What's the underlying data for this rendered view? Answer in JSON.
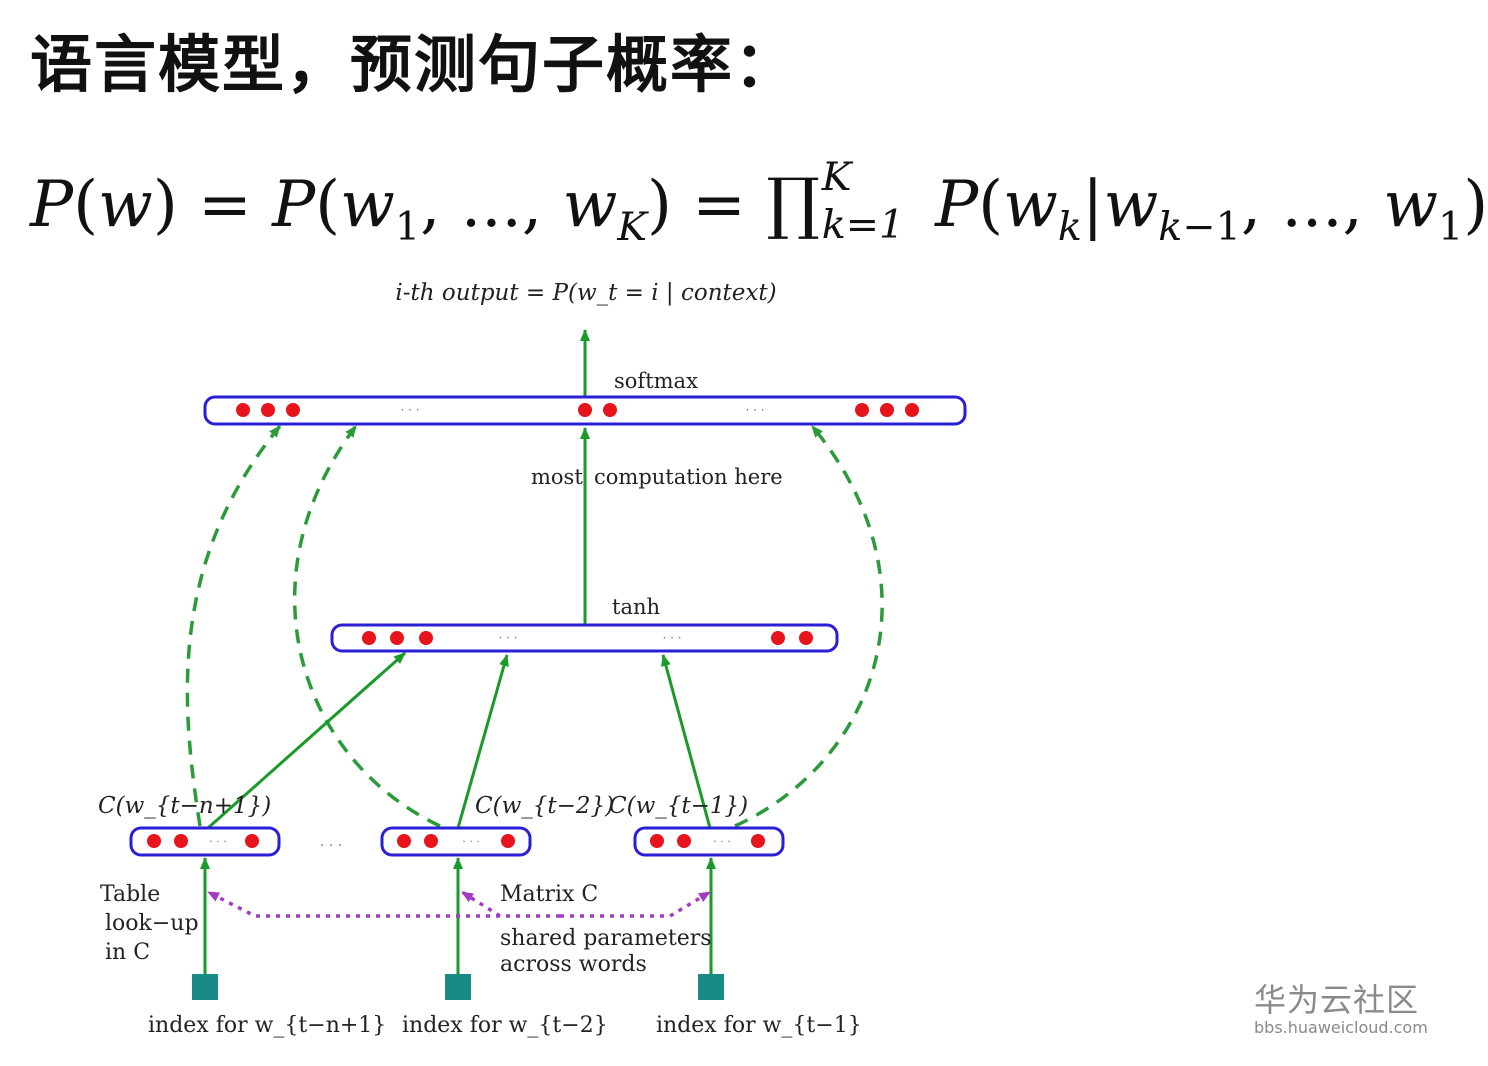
{
  "slide": {
    "title": "语言模型，预测句子概率：",
    "formula": {
      "lhs": "P(w)",
      "joint": "P(w₁, ..., w_K)",
      "product": "∏",
      "upper": "K",
      "lower": "k=1",
      "conditional": "P(w_k|w_{k−1}, ..., w₁)"
    }
  },
  "diagram": {
    "output_label": "i-th output = P(w_t = i | context)",
    "softmax_label": "softmax",
    "computation_label_a": "most",
    "computation_label_b": "computation here",
    "tanh_label": "tanh",
    "dots": "· · ·",
    "embeddings": [
      {
        "label": "C(w_{t−n+1})",
        "index_label": "index for w_{t−n+1}"
      },
      {
        "label": "C(w_{t−2})",
        "index_label": "index for w_{t−2}"
      },
      {
        "label": "C(w_{t−1})",
        "index_label": "index for w_{t−1}"
      }
    ],
    "table_lookup": [
      "Table",
      "look−up",
      "in C"
    ],
    "matrix_label": "Matrix C",
    "shared_label": [
      "shared parameters",
      "across words"
    ],
    "colors": {
      "layer_border": "#2a1fd6",
      "neuron": "#e8141b",
      "arrow": "#1a9a2a",
      "dashed": "#2b9a3a",
      "dotted": "#a43ac4",
      "index_square": "#1a8a86"
    }
  },
  "watermark": {
    "name": "华为云社区",
    "url": "bbs.huaweicloud.com"
  }
}
